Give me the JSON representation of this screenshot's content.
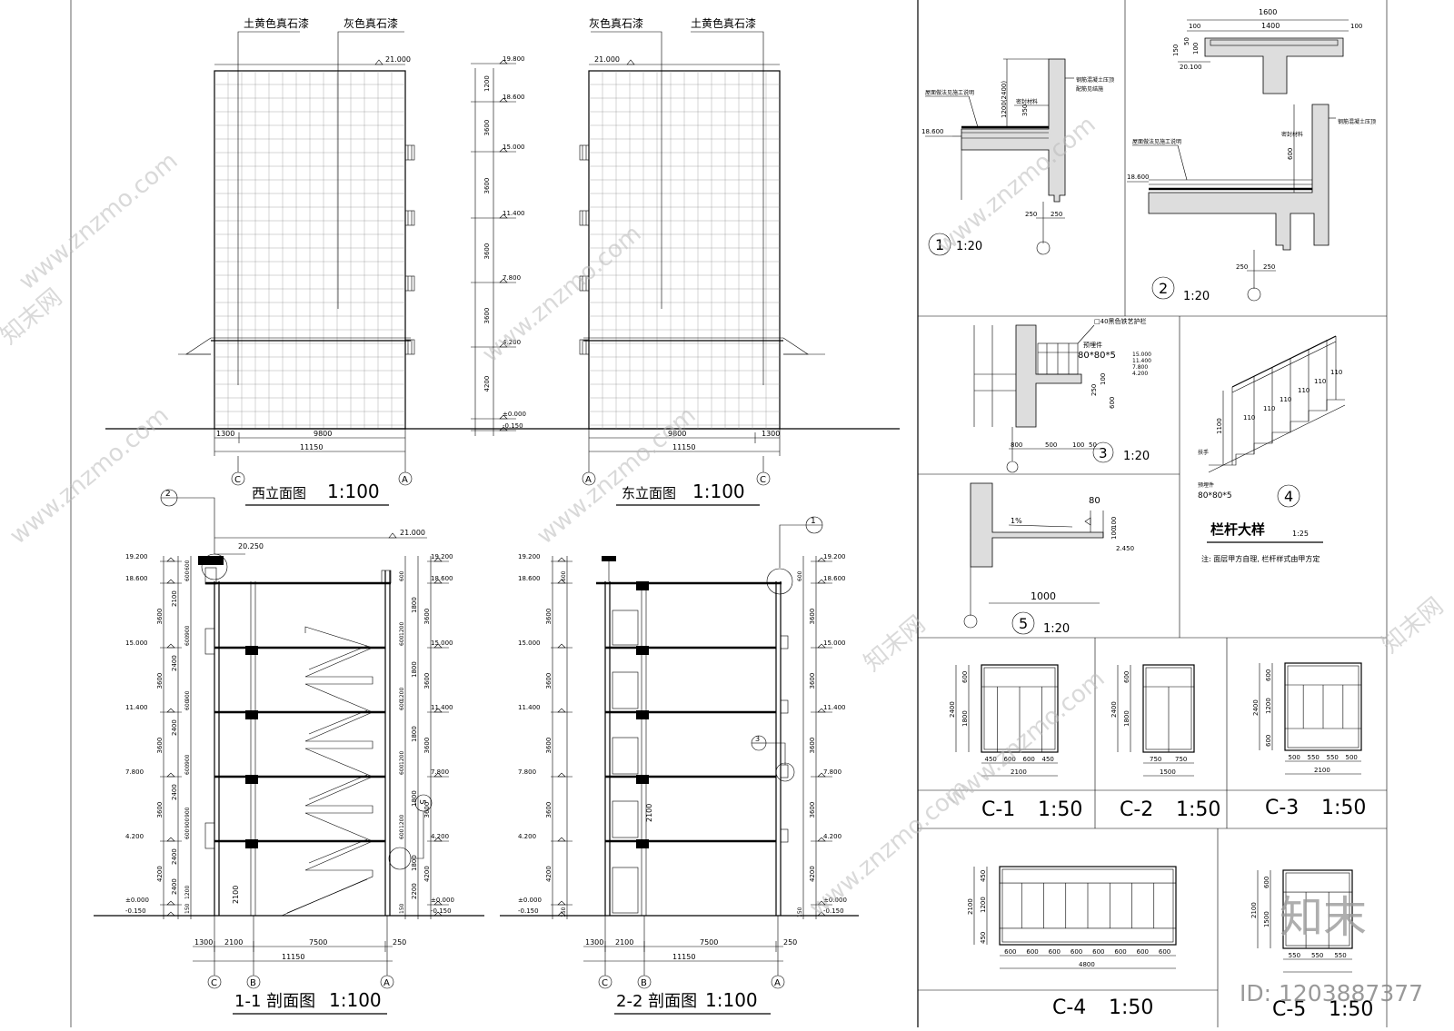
{
  "west_elevation": {
    "title": "西立面图",
    "scale": "1:100",
    "label_left": "土黄色真石漆",
    "label_right": "灰色真石漆",
    "top_level": "21.000",
    "dims": [
      "1300",
      "9800"
    ],
    "total": "11150",
    "axis_left": "C",
    "axis_right": "A"
  },
  "east_elevation": {
    "title": "东立面图",
    "scale": "1:100",
    "label_left": "灰色真石漆",
    "label_right": "土黄色真石漆",
    "top_level": "21.000",
    "dims": [
      "9800",
      "1300"
    ],
    "total": "11150",
    "axis_left": "A",
    "axis_right": "C"
  },
  "level_scale": {
    "levels": [
      "19.800",
      "18.600",
      "15.000",
      "11.400",
      "7.800",
      "4.200",
      "±0.000",
      "-0.150"
    ],
    "gaps": [
      "1200",
      "3600",
      "3600",
      "3600",
      "3600",
      "4200"
    ]
  },
  "section_1": {
    "title": "1-1 剖面图",
    "scale": "1:100",
    "top_level": "21.000",
    "parapet_level": "20.250",
    "levels": [
      "19.200",
      "18.600",
      "15.000",
      "11.400",
      "7.800",
      "4.200",
      "±0.000",
      "-0.150"
    ],
    "left_floor_dims": [
      "3600",
      "3600",
      "3600",
      "3600",
      "4200"
    ],
    "left_sub_dims": [
      "2100",
      "2400",
      "2400",
      "2400",
      "2400",
      "2400"
    ],
    "left_small_dims": [
      "600",
      "600",
      "900",
      "600",
      "900",
      "600",
      "900",
      "600",
      "900",
      "600",
      "900",
      "1200",
      "150"
    ],
    "right_floor_dims": [
      "3600",
      "3600",
      "3600",
      "3600",
      "4200"
    ],
    "right_sub_dims": [
      "1800",
      "1800",
      "1800",
      "1800",
      "1800",
      "2200"
    ],
    "right_small_dims": [
      "600",
      "1200",
      "600",
      "1200",
      "600",
      "1200",
      "600",
      "1200",
      "600",
      "150"
    ],
    "inner_dim": "2100",
    "bottom_dims": [
      "1300",
      "2100",
      "7500",
      "250"
    ],
    "total": "11150",
    "axes": [
      "C",
      "B",
      "A"
    ],
    "callouts": [
      "2",
      "5"
    ]
  },
  "section_2": {
    "title": "2-2 剖面图",
    "scale": "1:100",
    "levels": [
      "19.200",
      "18.600",
      "15.000",
      "11.400",
      "7.800",
      "4.200",
      "±0.000",
      "-0.150"
    ],
    "floor_dims": [
      "3600",
      "3600",
      "3600",
      "3600",
      "4200"
    ],
    "small_dims": [
      "600",
      "150"
    ],
    "inner_dim": "2100",
    "bottom_dims": [
      "1300",
      "2100",
      "7500",
      "250"
    ],
    "total": "11150",
    "axes": [
      "C",
      "B",
      "A"
    ],
    "callouts": [
      "1",
      "3"
    ]
  },
  "detail_1": {
    "number": "1",
    "scale": "1:20",
    "level": "18.600",
    "note_roof": "屋面做法见施工说明",
    "note_seal": "密封材料",
    "note_rc": "钢筋混凝土压顶",
    "note_rebar": "配筋见结施",
    "height": "1200(2400)",
    "dim_350": "350",
    "dims": [
      "250",
      "250"
    ]
  },
  "detail_2": {
    "number": "2",
    "scale": "1:20",
    "top_dims": [
      "1600",
      "1400",
      "100",
      "100"
    ],
    "side_dims": [
      "150",
      "50",
      "100"
    ],
    "level": "20.100",
    "level_low": "18.600",
    "note_roof": "屋面做法见施工说明",
    "note_seal": "密封材料",
    "note_rc": "钢筋混凝土压顶",
    "dim_600": "600",
    "dims": [
      "250",
      "250"
    ]
  },
  "detail_3": {
    "number": "3",
    "scale": "1:20",
    "note_rail": "□40黑色铁艺护栏",
    "note_embed": "预埋件",
    "embed_size": "80*80*5",
    "levels": [
      "15.000",
      "11.400",
      "7.800",
      "4.200"
    ],
    "side_dims": [
      "250",
      "100",
      "600"
    ],
    "bottom_dims": [
      "800",
      "500",
      "100",
      "50"
    ]
  },
  "detail_4": {
    "number": "4",
    "title": "栏杆大样",
    "scale": "1:25",
    "height": "1100",
    "spacing": [
      "110",
      "110",
      "110",
      "110",
      "110",
      "110"
    ],
    "note_rail": "扶手",
    "note_embed": "预埋件",
    "embed_size": "80*80*5",
    "note": "注: 面层甲方自理, 栏杆样式由甲方定"
  },
  "detail_5": {
    "number": "5",
    "scale": "1:20",
    "slope": "1%",
    "dim_80": "80",
    "dims_v": [
      "100",
      "100"
    ],
    "level": "2.450",
    "width": "1000"
  },
  "windows": [
    {
      "name": "C-1",
      "scale": "1:50",
      "height": "2400",
      "hdims": [
        "600",
        "1800"
      ],
      "wdims": [
        "450",
        "600",
        "600",
        "450"
      ],
      "width": "2100"
    },
    {
      "name": "C-2",
      "scale": "1:50",
      "height": "2400",
      "hdims": [
        "600",
        "1800"
      ],
      "wdims": [
        "750",
        "750"
      ],
      "width": "1500"
    },
    {
      "name": "C-3",
      "scale": "1:50",
      "height": "2400",
      "hdims": [
        "600",
        "1200",
        "600"
      ],
      "wdims": [
        "500",
        "550",
        "550",
        "500"
      ],
      "width": "2100"
    },
    {
      "name": "C-4",
      "scale": "1:50",
      "height": "2100",
      "hdims": [
        "450",
        "1200",
        "450"
      ],
      "wdims": [
        "600",
        "600",
        "600",
        "600",
        "600",
        "600",
        "600",
        "600"
      ],
      "width": "4800"
    },
    {
      "name": "C-5",
      "scale": "1:50",
      "height": "2100",
      "hdims": [
        "600",
        "1500"
      ],
      "wdims": [
        "550",
        "550",
        "550"
      ],
      "width": ""
    }
  ],
  "watermark": {
    "url": "www.znzmo.com",
    "brand": "知末网",
    "logo": "知末",
    "id": "ID: 1203887377"
  }
}
